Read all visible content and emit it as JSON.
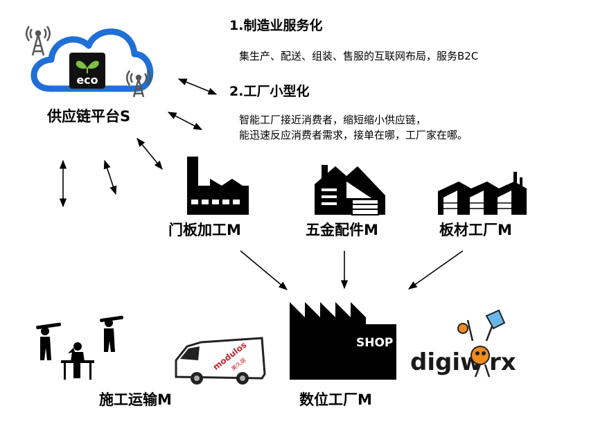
{
  "platform": {
    "label": "供应链平台S",
    "logo_text": "eco",
    "cloud_color": "#1f6fd6"
  },
  "points": [
    {
      "heading": "1.制造业服务化",
      "lines": [
        "集生产、配送、组装、售服的互联网布局，服务B2C"
      ]
    },
    {
      "heading": "2.工厂小型化",
      "lines": [
        "智能工厂接近消费者，缩短缩小供应链，",
        "能迅速反应消费者需求，接单在哪，工厂家在哪。"
      ]
    }
  ],
  "factories": [
    {
      "label": "门板加工M",
      "icon": "chimney-factory-icon"
    },
    {
      "label": "五金配件M",
      "icon": "house-factory-icon"
    },
    {
      "label": "板材工厂M",
      "icon": "shed-factory-icon"
    }
  ],
  "digital_factory": {
    "label": "数位工厂M",
    "sign": "SHOP"
  },
  "construction": {
    "label": "施工运输M",
    "van_text": "modulos",
    "van_subtext": "美久居"
  },
  "brand": {
    "text_left": "digiw",
    "text_right": "rx"
  }
}
